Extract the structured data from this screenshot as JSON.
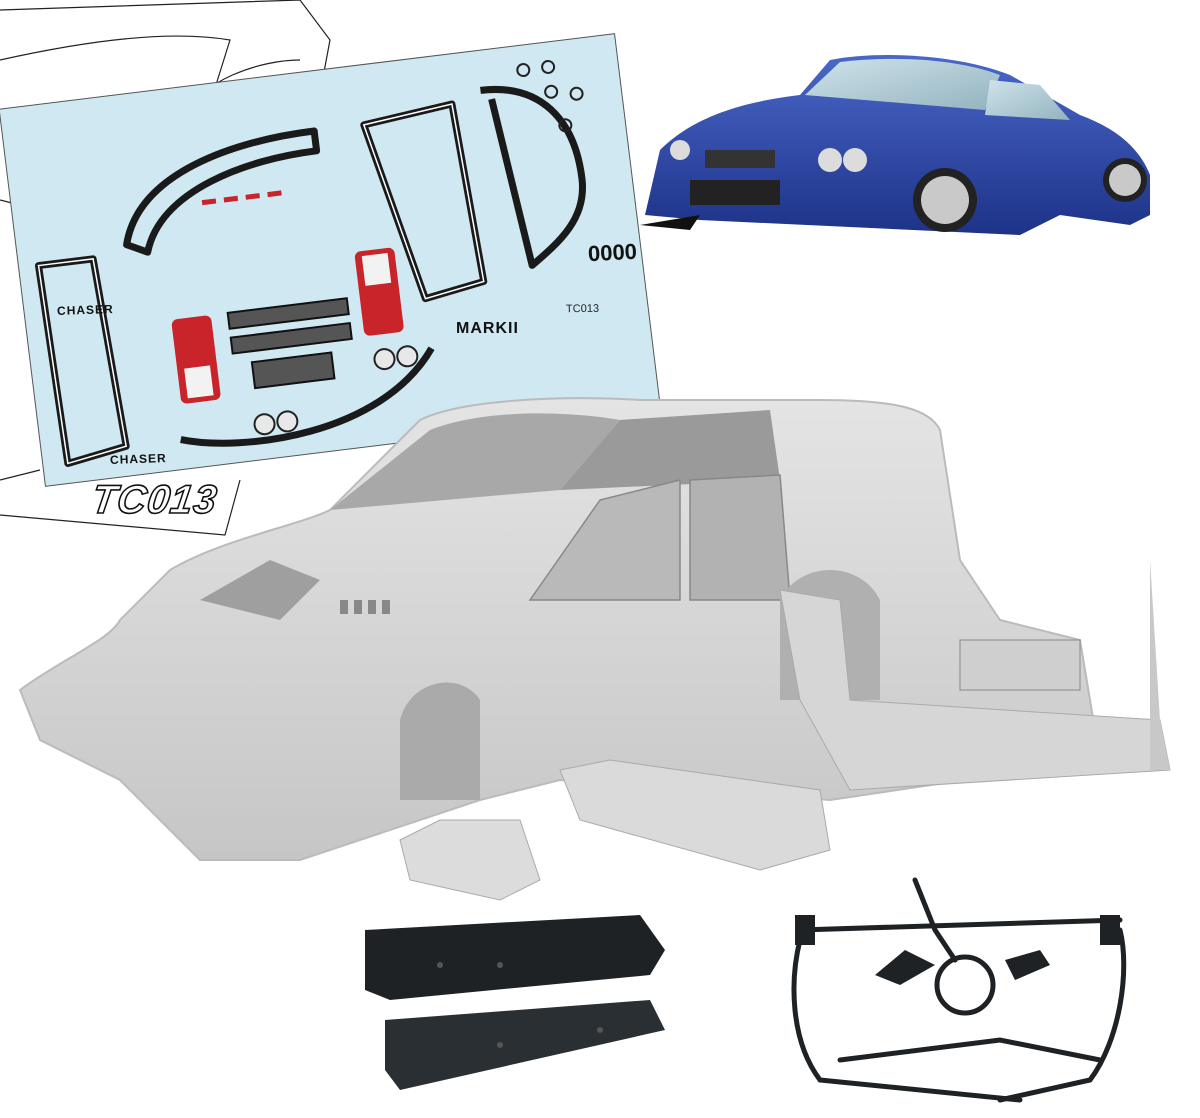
{
  "product_sheet": {
    "kit_code_large": "TC013",
    "decal_sheet": {
      "code": "TC013",
      "brand_marks": [
        "CHASER",
        "CHASER",
        "MARKII",
        "0000"
      ]
    }
  },
  "colors": {
    "painted_body": "#2a45a8",
    "decal_background": "#cfe8f2",
    "clear_body": "#d8d8d8",
    "wing_black": "#1e2224"
  }
}
